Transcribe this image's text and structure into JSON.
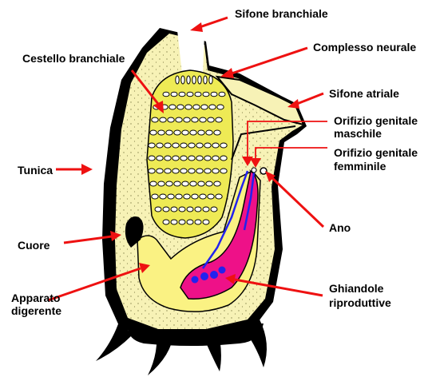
{
  "labels": {
    "sifone_branchiale": "Sifone branchiale",
    "complesso_neurale": "Complesso neurale",
    "cestello_branchiale": "Cestello branchiale",
    "sifone_atriale": "Sifone atriale",
    "orifizio_maschile_1": "Orifizio genitale",
    "orifizio_maschile_2": "maschile",
    "orifizio_femminile_1": "Orifizio genitale",
    "orifizio_femminile_2": "femminile",
    "tunica": "Tunica",
    "ano": "Ano",
    "cuore": "Cuore",
    "apparato_1": "Apparato",
    "apparato_2": "digerente",
    "ghiandole_1": "Ghiandole",
    "ghiandole_2": "riproduttive"
  },
  "colors": {
    "tunic": "#000000",
    "body": "#f7f2b6",
    "basket": "#eeea55",
    "gut": "#faf283",
    "gonad": "#ee1188",
    "duct": "#2222ee",
    "arrow": "#ee1111"
  }
}
